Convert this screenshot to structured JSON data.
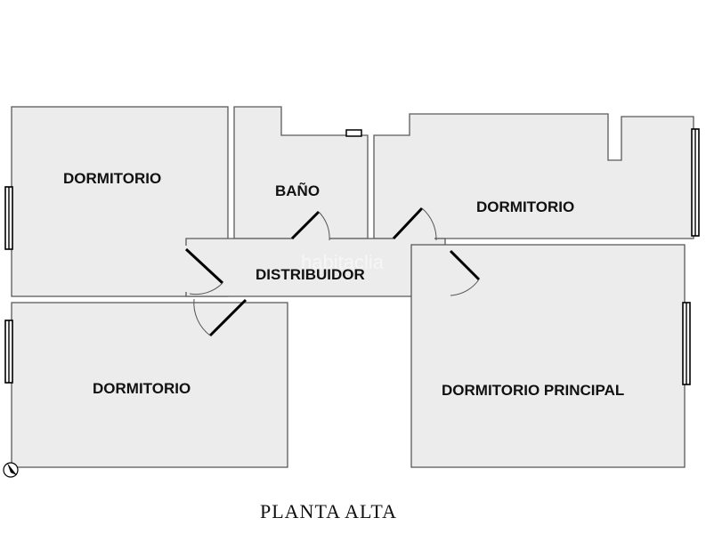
{
  "plan": {
    "title": "PLANTA ALTA",
    "watermark": "habitaclia",
    "rooms": {
      "dormitorio_top_left": "DORMITORIO",
      "bano": "BAÑO",
      "dormitorio_top_right": "DORMITORIO",
      "distribuidor": "DISTRIBUIDOR",
      "dormitorio_bottom_left": "DORMITORIO",
      "dormitorio_principal": "DORMITORIO PRINCIPAL"
    }
  },
  "colors": {
    "room_fill": "#ececec",
    "wall_line": "#5a5a5a",
    "door_leaf": "#000000",
    "background": "#ffffff"
  },
  "icons": [
    "north-arrow-icon"
  ]
}
